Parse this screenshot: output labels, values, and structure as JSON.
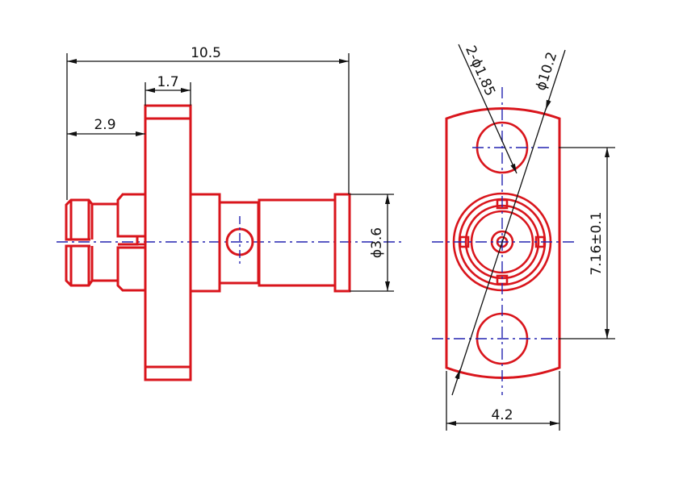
{
  "drawing": {
    "title": "Flange-mount connector outline drawing",
    "colors": {
      "part_outline": "#d9151c",
      "center_line": "#2323b0",
      "dimension_line": "#111111",
      "background": "#ffffff"
    },
    "side_view": {
      "dimensions": {
        "overall_length": "10.5",
        "flange_thickness": "1.7",
        "front_to_flange": "2.9",
        "rear_diameter": "ϕ3.6"
      }
    },
    "front_view": {
      "dimensions": {
        "mount_hole": "2-ϕ1.85",
        "flange_radius_diameter": "ϕ10.2",
        "hole_spacing": "7.16±0.1",
        "flange_width": "4.2"
      }
    }
  }
}
